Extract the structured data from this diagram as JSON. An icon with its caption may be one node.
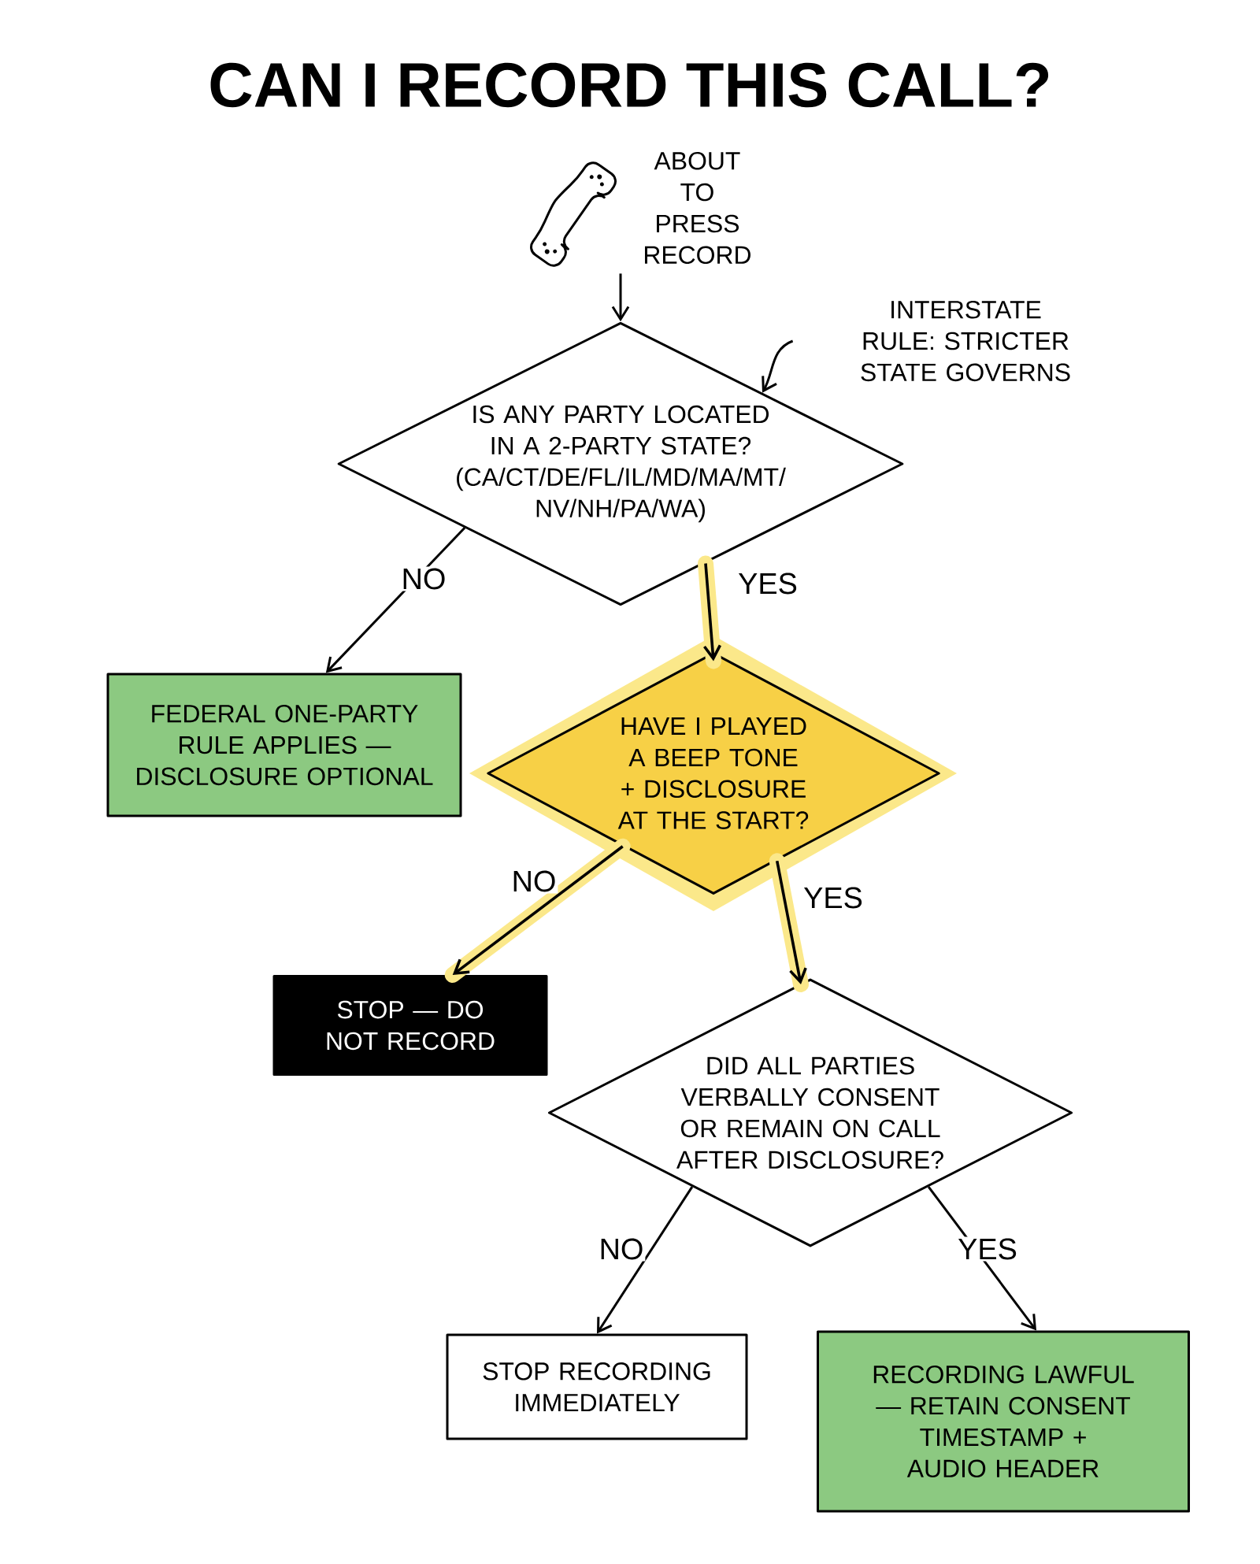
{
  "diagram": {
    "title": "CAN I RECORD THIS CALL?",
    "nodes": [
      {
        "text": [],
        "shape": "picture",
        "beside": [
          "ABOUT TO PRESS RECORD"
        ]
      },
      {
        "text": [
          "IS ANY PARTY LOCATED IN A 2-PARTY STATE? (CA/CT/DE/FL/IL/MD/MA/MT/ NV/NH/PA/WA)"
        ]
      },
      {
        "text": [
          "INTERSTATE RULE: STRICTER STATE GOVERNS"
        ]
      },
      {
        "text": [
          "FEDERAL ONE-PARTY RULE APPLIES — DISCLOSURE OPTIONAL"
        ]
      },
      {
        "text": [
          "HAVE I PLAYED A BEEP TONE + DISCLOSURE AT THE START?"
        ]
      },
      {
        "text": [
          "STOP — DO NOT RECORD"
        ]
      },
      {
        "text": [
          "DID ALL PARTIES VERBALLY CONSENT OR REMAIN ON CALL AFTER DISCLOSURE?"
        ]
      },
      {
        "text": [
          "STOP RECORDING IMMEDIATELY"
        ]
      },
      {
        "text": [
          "RECORDING LAWFUL — RETAIN CONSENT TIMESTAMP + AUDIO HEADER"
        ]
      }
    ],
    "edges": [
      {
        "from": 0,
        "to": 1,
        "arrow": "to"
      },
      {
        "from": 2,
        "to": 1,
        "arrow": "to"
      },
      {
        "from": 1,
        "to": 3,
        "arrow": "to",
        "label": "NO"
      },
      {
        "from": 1,
        "to": 4,
        "arrow": "to",
        "label": "YES",
        "style": "thick",
        "color": "#fbe88a"
      },
      {
        "from": 4,
        "to": 5,
        "arrow": "to",
        "label": "NO",
        "style": "thick",
        "color": "#fbe88a"
      },
      {
        "from": 4,
        "to": 6,
        "arrow": "to",
        "label": "YES",
        "style": "thick",
        "color": "#fbe88a"
      },
      {
        "from": 6,
        "to": 7,
        "arrow": "to",
        "label": "NO"
      },
      {
        "from": 6,
        "to": 8,
        "arrow": "to",
        "label": "YES"
      }
    ]
  }
}
